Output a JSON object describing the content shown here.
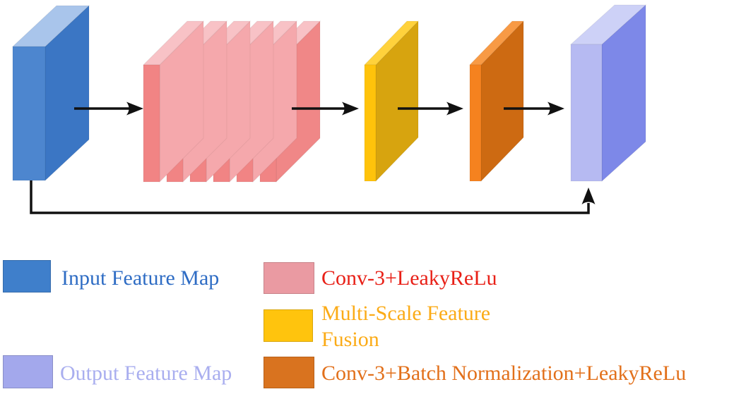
{
  "figure": {
    "type": "neural-network-architecture-diagram",
    "background": "#ffffff"
  },
  "diagram": {
    "arrow_color": "#111111",
    "flow": [
      "input",
      "conv_stack",
      "msff",
      "convbn",
      "output"
    ],
    "skip_connection": {
      "from": "input",
      "to": "output"
    },
    "blocks": {
      "input": {
        "name": "input-feature-map-block",
        "front": "#4d86cf",
        "side": "#3b76c4",
        "top": "#a9c5eb"
      },
      "conv_stack": {
        "name": "conv3-leakyrelu-stack",
        "layers": 6,
        "front": "#f18484",
        "side_sliver": "#f5a8ac",
        "side_back": "#f08787",
        "top": "#f8c2c6"
      },
      "msff": {
        "name": "multi-scale-feature-fusion-block",
        "front": "#ffc30b",
        "side": "#d7a40f",
        "top": "#ffd23c"
      },
      "convbn": {
        "name": "conv3-batchnorm-leakyrelu-block",
        "front": "#f5821f",
        "side": "#cd6a12",
        "top": "#f89a45"
      },
      "output": {
        "name": "output-feature-map-block",
        "front": "#b6baf2",
        "side": "#7d88e8",
        "top": "#cdd1f7"
      }
    }
  },
  "legend": {
    "items": [
      {
        "id": "input",
        "swatch": "#3f7fcb",
        "label": "Input Feature Map",
        "label_color": "#2e6cc4"
      },
      {
        "id": "conv3",
        "swatch": "#ea9aa2",
        "label": "Conv-3+LeakyReLu",
        "label_color": "#e82017"
      },
      {
        "id": "msff",
        "swatch": "#ffc40d",
        "label": "Multi-Scale Feature Fusion",
        "label_color": "#fbab17"
      },
      {
        "id": "output",
        "swatch": "#a3a8ec",
        "label": "Output Feature Map",
        "label_color": "#a9aeef"
      },
      {
        "id": "convbn",
        "swatch": "#d9731f",
        "label": "Conv-3+Batch Normalization+LeakyReLu",
        "label_color": "#e2701b"
      }
    ]
  }
}
